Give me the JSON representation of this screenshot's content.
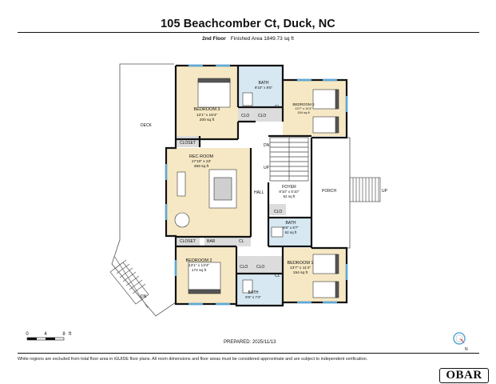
{
  "header": {
    "title": "105 Beachcomber Ct, Duck, NC",
    "floor": "2nd Floor",
    "area": "Finished Area 1849.73 sq ft"
  },
  "rooms": {
    "bedroom3a": {
      "name": "BEDROOM 3",
      "dims": "13'1\" x 15'4\"",
      "area": "200 sq ft"
    },
    "bath_top": {
      "name": "BATH",
      "dims": "9'10\" x 8'5\""
    },
    "bedroom3b": {
      "name": "BEDROOM 3",
      "dims": "13'7\" x 11'4\"",
      "area": "154 sq ft"
    },
    "rec_room": {
      "name": "REC ROOM",
      "dims": "17'10\" x 22'",
      "area": "359 sq ft"
    },
    "foyer": {
      "name": "FOYER",
      "dims": "8'10\" x 5'10\"",
      "area": "52 sq ft"
    },
    "bath_mid": {
      "name": "BATH",
      "dims": "8'8\" x 8'7\"",
      "area": "62 sq ft"
    },
    "bedroom2": {
      "name": "BEDROOM 2",
      "dims": "13'1\" x 13'4\"",
      "area": "174 sq ft"
    },
    "bedroom1": {
      "name": "BEDROOM 1",
      "dims": "13'7\" x 11'4\"",
      "area": "154 sq ft"
    },
    "bath_bot": {
      "name": "BATH",
      "dims": "9'9\" x 7'4\""
    }
  },
  "labels": {
    "deck": "DECK",
    "porch": "PORCH",
    "hall": "HALL",
    "closet_a": "CLOSET",
    "closet_b": "CLOSET",
    "bar": "BAR",
    "clo": "CLO",
    "cl": "CL",
    "dn": "DN",
    "up": "UP"
  },
  "footer": {
    "scale_ticks": [
      "0",
      "4",
      "8"
    ],
    "scale_unit": "ft",
    "prepared": "PREPARED: 2025/11/13",
    "disclaimer": "White regions are excluded from total floor area in iGUIDE floor plans. All room dimensions and floor areas must be considered approximate and are subject to independent verification.",
    "compass_label": "N",
    "logo": "OBAR"
  },
  "colors": {
    "warm": "#F6E8C4",
    "cool": "#D7E8F2",
    "wall": "#111111",
    "gray": "#DCDCDC"
  }
}
